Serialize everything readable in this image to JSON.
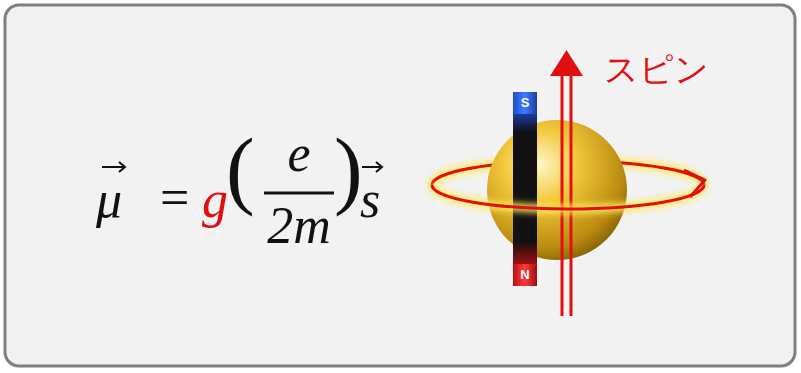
{
  "diagram": {
    "labels": [
      "μ",
      "=",
      "g",
      "(",
      "e",
      "2m",
      ")",
      "s",
      "S",
      "N",
      "スピン"
    ]
  }
}
